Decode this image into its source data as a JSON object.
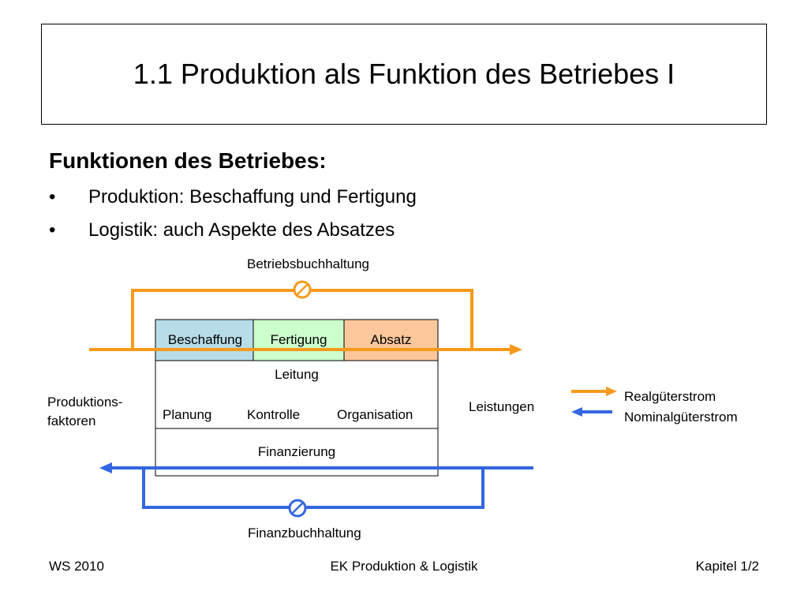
{
  "slide_title": "1.1 Produktion als Funktion des Betriebes I",
  "heading": "Funktionen des Betriebes:",
  "bullets": [
    "Produktion: Beschaffung und Fertigung",
    "Logistik: auch Aspekte des Absatzes"
  ],
  "diagram": {
    "top_label": "Betriebsbuchhaltung",
    "bottom_label": "Finanzbuchhaltung",
    "functions": [
      "Beschaffung",
      "Fertigung",
      "Absatz"
    ],
    "leitung": "Leitung",
    "leitung_items": [
      "Planung",
      "Kontrolle",
      "Organisation"
    ],
    "finanzierung": "Finanzierung",
    "left_label_line1": "Produktions-",
    "left_label_line2": "faktoren",
    "right_label": "Leistungen"
  },
  "legend": {
    "real": "Realgüterstrom",
    "nominal": "Nominalgüterstrom"
  },
  "colors": {
    "real_flow": "#f59a1b",
    "nominal_flow": "#3366e0",
    "beschaffung": "#b7dde8",
    "fertigung": "#ccffcc",
    "absatz": "#fcc79a"
  },
  "footer": {
    "left": "WS 2010",
    "center": "EK Produktion & Logistik",
    "right": "Kapitel 1/2"
  }
}
